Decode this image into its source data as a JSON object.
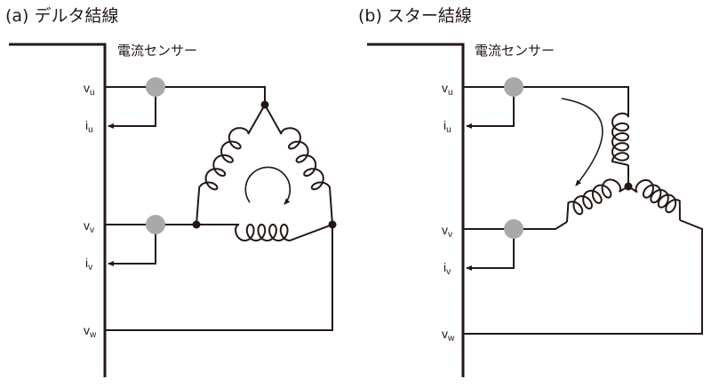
{
  "panels": [
    {
      "title": "(a) デルタ結線",
      "sensor_label": "電流センサー",
      "labels": {
        "vu": "v",
        "vu_sub": "u",
        "iu": "i",
        "iu_sub": "u",
        "vv": "v",
        "vv_sub": "v",
        "iv": "i",
        "iv_sub": "v",
        "vw": "v",
        "vw_sub": "w"
      }
    },
    {
      "title": "(b) スター結線",
      "sensor_label": "電流センサー",
      "labels": {
        "vu": "v",
        "vu_sub": "u",
        "iu": "i",
        "iu_sub": "u",
        "vv": "v",
        "vv_sub": "v",
        "iv": "i",
        "iv_sub": "v",
        "vw": "v",
        "vw_sub": "w"
      }
    }
  ],
  "colors": {
    "line": "#231815",
    "sensor": "#a9a9a9"
  }
}
